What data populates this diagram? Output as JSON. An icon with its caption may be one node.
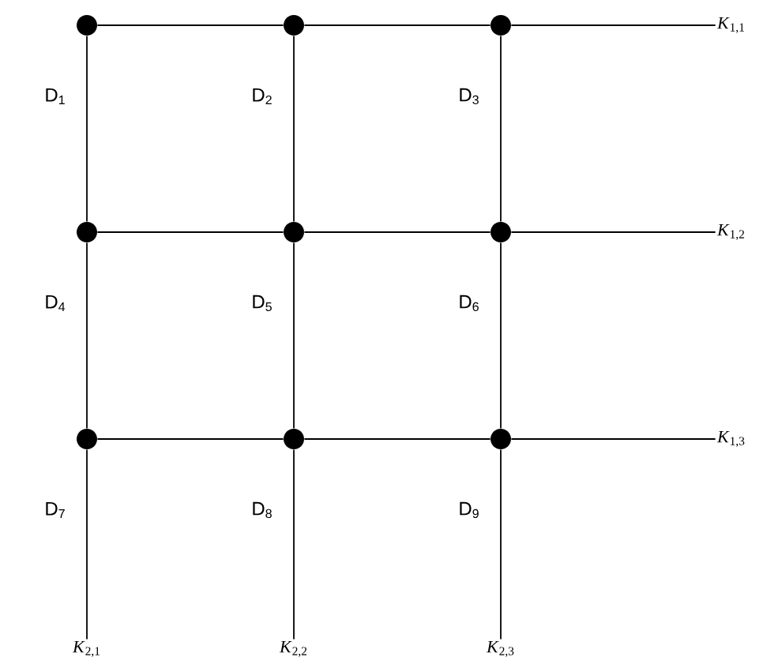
{
  "diagram": {
    "nodes": [
      {
        "text": [],
        "shape": "circle",
        "beside": [
          "D$_{1}$"
        ]
      },
      {
        "text": [],
        "shape": "circle",
        "beside": [
          "D$_{2}$"
        ]
      },
      {
        "text": [],
        "shape": "circle",
        "beside": [
          "D$_{3}$"
        ]
      },
      {
        "text": [],
        "shape": "circle",
        "beside": [
          "D$_{4}$"
        ]
      },
      {
        "text": [],
        "shape": "circle",
        "beside": [
          "D$_{5}$"
        ]
      },
      {
        "text": [],
        "shape": "circle",
        "beside": [
          "D$_{6}$"
        ]
      },
      {
        "text": [],
        "shape": "circle",
        "beside": [
          "D$_{7}$"
        ]
      },
      {
        "text": [],
        "shape": "circle",
        "beside": [
          "D$_{8}$"
        ]
      },
      {
        "text": [],
        "shape": "circle",
        "beside": [
          "D$_{9}$"
        ]
      },
      {
        "text": [
          "*K*$_{1,1}$"
        ]
      },
      {
        "text": [
          "*K*$_{1,2}$"
        ]
      },
      {
        "text": [
          "*K*$_{1,3}$"
        ]
      },
      {
        "text": [
          "*K*$_{2,1}$"
        ]
      },
      {
        "text": [
          "*K*$_{2,2}$"
        ]
      },
      {
        "text": [
          "*K*$_{2,3}$"
        ]
      }
    ],
    "edges": [
      {
        "from": 0,
        "to": 1,
        "arrow": "none"
      },
      {
        "from": 1,
        "to": 2,
        "arrow": "none"
      },
      {
        "from": 2,
        "to": 9,
        "arrow": "none"
      },
      {
        "from": 3,
        "to": 4,
        "arrow": "none"
      },
      {
        "from": 4,
        "to": 5,
        "arrow": "none"
      },
      {
        "from": 5,
        "to": 10,
        "arrow": "none"
      },
      {
        "from": 6,
        "to": 7,
        "arrow": "none"
      },
      {
        "from": 7,
        "to": 8,
        "arrow": "none"
      },
      {
        "from": 8,
        "to": 11,
        "arrow": "none"
      },
      {
        "from": 0,
        "to": 3,
        "arrow": "none"
      },
      {
        "from": 3,
        "to": 6,
        "arrow": "none"
      },
      {
        "from": 6,
        "to": 12,
        "arrow": "none"
      },
      {
        "from": 1,
        "to": 4,
        "arrow": "none"
      },
      {
        "from": 4,
        "to": 7,
        "arrow": "none"
      },
      {
        "from": 7,
        "to": 13,
        "arrow": "none"
      },
      {
        "from": 2,
        "to": 5,
        "arrow": "none"
      },
      {
        "from": 5,
        "to": 8,
        "arrow": "none"
      },
      {
        "from": 8,
        "to": 14,
        "arrow": "none"
      }
    ]
  }
}
